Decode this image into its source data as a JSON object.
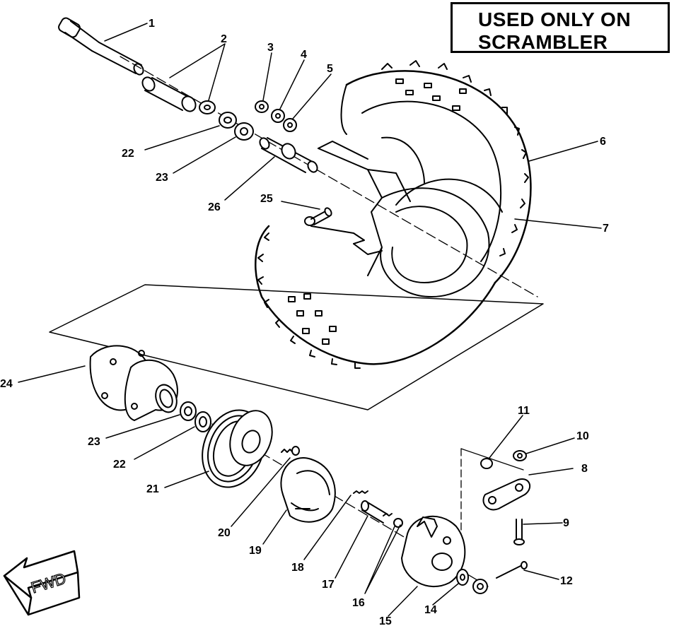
{
  "note": {
    "line1": "USED ONLY ON",
    "line2": "SCRAMBLER"
  },
  "fwd_label": "FWD",
  "callouts": [
    "1",
    "2",
    "3",
    "4",
    "5",
    "6",
    "7",
    "8",
    "9",
    "10",
    "11",
    "12",
    "14",
    "15",
    "16",
    "17",
    "18",
    "19",
    "20",
    "21",
    "22",
    "23",
    "24",
    "25",
    "26"
  ],
  "colors": {
    "ink": "#000000",
    "paper": "#ffffff"
  }
}
